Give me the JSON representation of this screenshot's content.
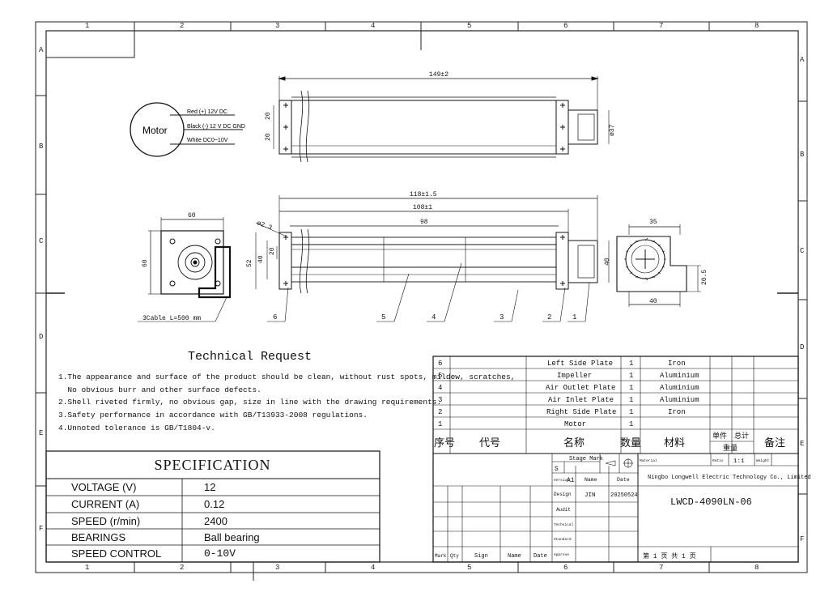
{
  "border": {
    "cols": [
      "1",
      "2",
      "3",
      "4",
      "5",
      "6",
      "7",
      "8"
    ],
    "rows": [
      "A",
      "B",
      "C",
      "D",
      "E",
      "F"
    ]
  },
  "dims": {
    "d149": "149±2",
    "d37": "ø37",
    "d20a": "20",
    "d20b": "20",
    "d118": "118±1.5",
    "d108": "108±1",
    "d98": "98",
    "d60w": "60",
    "d60h": "60",
    "d52": "52",
    "d40": "40",
    "d20c": "20",
    "d23": "ø2.3",
    "d40r": "40",
    "d35": "35",
    "d40b": "40",
    "d205": "20.5",
    "cable": "3Cable  L=500 mm"
  },
  "motor": {
    "label": "Motor",
    "red": "Red (+) 12V DC",
    "black": "Black (-) 12 V DC GND",
    "white": "White DC0~10V"
  },
  "balloons": [
    "6",
    "5",
    "4",
    "3",
    "2",
    "1"
  ],
  "tech": {
    "title": "Technical Request",
    "lines": [
      "1.The appearance and surface of the product should be clean, without rust spots, mildew, scratches,",
      "  No obvious burr and other surface defects.",
      "2.Shell riveted firmly, no obvious gap, size in line with the drawing requirements.",
      "3.Safety performance in accordance with GB/T13933-2008 regulations.",
      "4.Unnoted tolerance is GB/T1804-v."
    ]
  },
  "spec": {
    "title": "SPECIFICATION",
    "rows": [
      {
        "k": "VOLTAGE (V)",
        "v": "12"
      },
      {
        "k": "CURRENT  (A)",
        "v": "0.12"
      },
      {
        "k": "SPEED  (r/min)",
        "v": "2400"
      },
      {
        "k": "BEARINGS",
        "v": "Ball bearing"
      },
      {
        "k": "SPEED CONTROL",
        "v": "0-10V"
      }
    ]
  },
  "bom": {
    "rows": [
      {
        "no": "6",
        "name": "Left Side Plate",
        "qty": "1",
        "mat": "Iron"
      },
      {
        "no": "5",
        "name": "Impeller",
        "qty": "1",
        "mat": "Aluminium"
      },
      {
        "no": "4",
        "name": "Air Outlet Plate",
        "qty": "1",
        "mat": "Aluminium"
      },
      {
        "no": "3",
        "name": "Air Inlet Plate",
        "qty": "1",
        "mat": "Aluminium"
      },
      {
        "no": "2",
        "name": "Right Side Plate",
        "qty": "1",
        "mat": "Iron"
      },
      {
        "no": "1",
        "name": "Motor",
        "qty": "1",
        "mat": ""
      }
    ],
    "header": {
      "no": "序号",
      "code": "代号",
      "name": "名称",
      "qty": "数量",
      "mat": "材料",
      "unit": "单件",
      "total": "总计",
      "weight": "重量",
      "remark": "备注"
    }
  },
  "title_block": {
    "stage_mark": "Stage Mark",
    "s": "S",
    "version": "Version",
    "version_val": "A1",
    "name_h": "Name",
    "date_h": "Date",
    "design": "Design",
    "design_name": "JIN",
    "design_date": "20250524",
    "audit": "Audit",
    "technical": "Technical",
    "standard": "Standard",
    "approve": "Approve",
    "material": "Material",
    "ratio": "Ratio",
    "ratio_val": "1:1",
    "weight": "Weight",
    "company": "Ningbo Longwell Electric Technology  Co., Limited",
    "drawing_no": "LWCD-4090LN-06",
    "page": "第 1 页  共 1 页",
    "mark": "Mark",
    "qty": "Qty",
    "sign": "Sign",
    "name": "Name",
    "date": "Date"
  }
}
